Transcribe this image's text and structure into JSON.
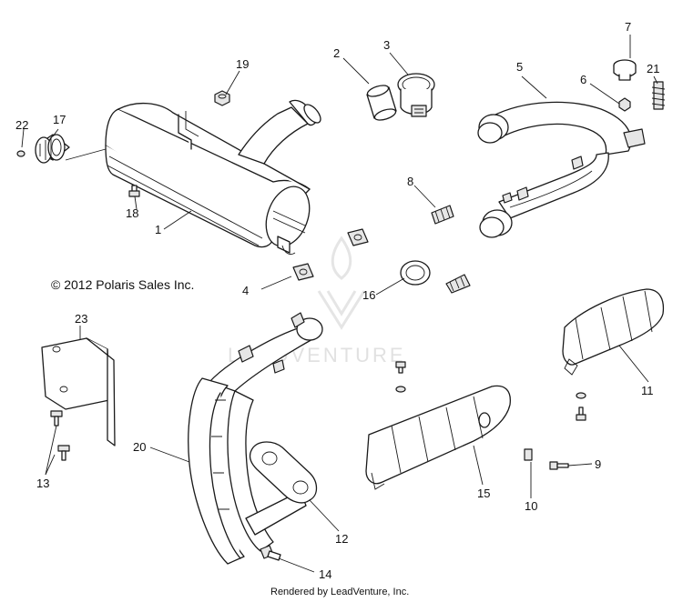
{
  "diagram": {
    "copyright": "© 2012 Polaris Sales Inc.",
    "rendered_by": "Rendered by LeadVenture, Inc.",
    "watermark": "LEADVENTURE",
    "callouts": {
      "c1": "1",
      "c2": "2",
      "c3": "3",
      "c4": "4",
      "c5": "5",
      "c6": "6",
      "c7": "7",
      "c8": "8",
      "c9": "9",
      "c10": "10",
      "c11": "11",
      "c12": "12",
      "c13": "13",
      "c14": "14",
      "c15": "15",
      "c16": "16",
      "c17": "17",
      "c18": "18",
      "c19": "19",
      "c20": "20",
      "c21": "21",
      "c22": "22",
      "c23": "23"
    }
  }
}
